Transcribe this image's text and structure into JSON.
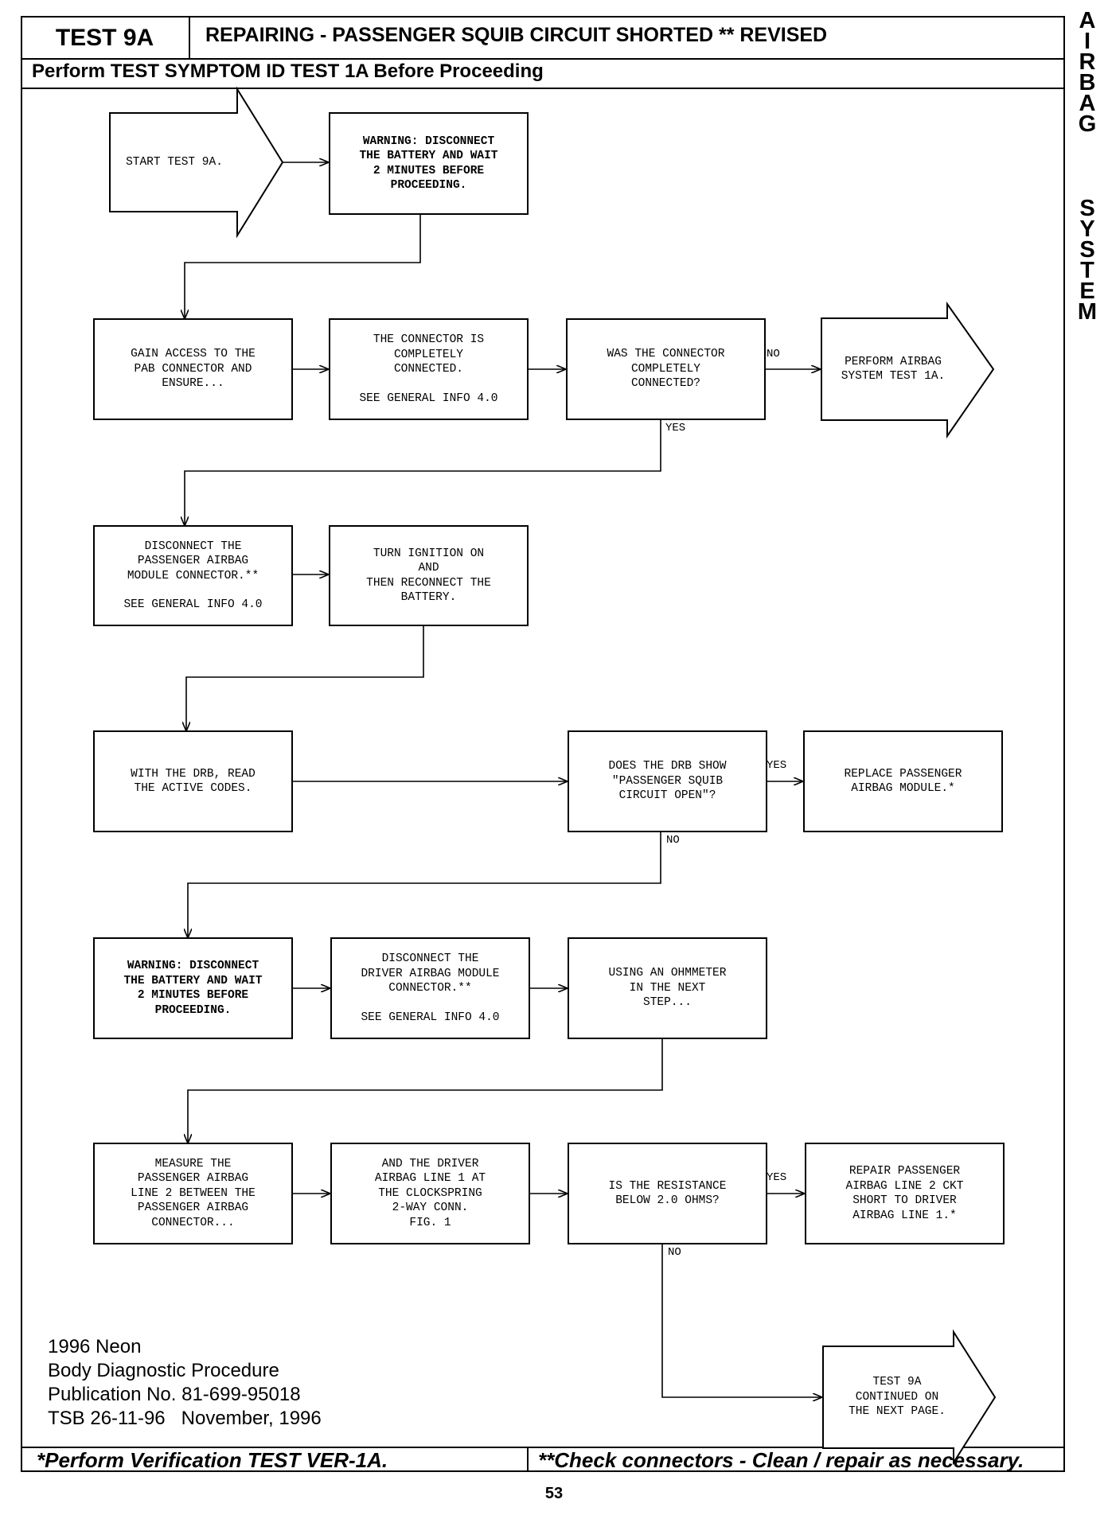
{
  "header": {
    "test_id": "TEST 9A",
    "title": "REPAIRING - PASSENGER SQUIB CIRCUIT SHORTED ** REVISED",
    "subtitle": "Perform TEST SYMPTOM ID TEST 1A Before Proceeding"
  },
  "side_tab": {
    "letters": [
      "A",
      "I",
      "R",
      "B",
      "A",
      "G",
      "",
      "S",
      "Y",
      "S",
      "T",
      "E",
      "M"
    ]
  },
  "flow": {
    "start": "START TEST 9A.",
    "warning1": "WARNING: DISCONNECT\nTHE BATTERY AND WAIT\n2 MINUTES BEFORE\nPROCEEDING.",
    "gain_access": "GAIN ACCESS TO THE\nPAB CONNECTOR AND\nENSURE...",
    "connector_connected": "THE CONNECTOR IS\nCOMPLETELY\nCONNECTED.",
    "connector_connected_ref": "SEE GENERAL INFO 4.0",
    "q_connected": "WAS THE CONNECTOR\nCOMPLETELY\nCONNECTED?",
    "perform_test1a": "PERFORM AIRBAG\nSYSTEM TEST 1A.",
    "disconnect_pab": "DISCONNECT THE\nPASSENGER AIRBAG\nMODULE CONNECTOR.**",
    "disconnect_pab_ref": "SEE GENERAL INFO 4.0",
    "ignition_on": "TURN IGNITION ON\nAND\nTHEN RECONNECT THE\nBATTERY.",
    "read_codes": "WITH THE DRB, READ\nTHE ACTIVE CODES.",
    "q_drb_open": "DOES THE DRB SHOW\n\"PASSENGER SQUIB\nCIRCUIT OPEN\"?",
    "replace_pab": "REPLACE PASSENGER\nAIRBAG MODULE.*",
    "warning2": "WARNING: DISCONNECT\nTHE BATTERY AND WAIT\n2 MINUTES BEFORE\nPROCEEDING.",
    "disconnect_dab": "DISCONNECT THE\nDRIVER AIRBAG MODULE\nCONNECTOR.**",
    "disconnect_dab_ref": "SEE GENERAL INFO 4.0",
    "ohmmeter": "USING AN OHMMETER\nIN THE NEXT\nSTEP...",
    "measure": "MEASURE THE\nPASSENGER AIRBAG\nLINE 2 BETWEEN THE\nPASSENGER AIRBAG\nCONNECTOR...",
    "driver_line": "AND THE DRIVER\nAIRBAG LINE 1 AT\nTHE CLOCKSPRING\n2-WAY CONN.\nFIG. 1",
    "q_resistance": "IS THE RESISTANCE\nBELOW 2.0 OHMS?",
    "repair_short": "REPAIR PASSENGER\nAIRBAG LINE 2 CKT\nSHORT TO DRIVER\nAIRBAG LINE 1.*",
    "continued": "TEST 9A\nCONTINUED ON\nTHE NEXT PAGE."
  },
  "labels": {
    "no": "NO",
    "yes": "YES"
  },
  "footer": {
    "line1": "1996 Neon",
    "line2": "Body Diagnostic Procedure",
    "line3": "Publication No. 81-699-95018",
    "line4": "TSB 26-11-96   November, 1996",
    "note_left": "*Perform Verification TEST VER-1A.",
    "note_right": "**Check connectors - Clean / repair as necessary."
  },
  "page_number": "53"
}
